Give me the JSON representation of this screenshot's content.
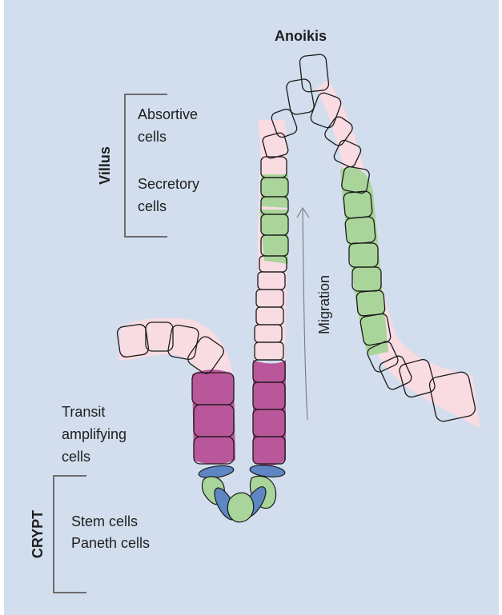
{
  "labels": {
    "anoikis": "Anoikis",
    "villus": "Villus",
    "absorptive_line1": "Absortive",
    "absorptive_line2": "cells",
    "secretory_line1": "Secretory",
    "secretory_line2": "cells",
    "migration": "Migration",
    "transit_line1": "Transit",
    "transit_line2": "amplifying",
    "transit_line3": "cells",
    "crypt": "CRYPT",
    "stem": "Stem cells",
    "paneth": "Paneth cells"
  },
  "colors": {
    "background": "#d2deed",
    "absorptive_cell": "#f9dbe2",
    "secretory_cell": "#a9d49a",
    "transit_cell": "#b9579a",
    "paneth_cell": "#5d86c3",
    "stem_cell": "#a9d49a",
    "outline": "#1a1a1a"
  }
}
